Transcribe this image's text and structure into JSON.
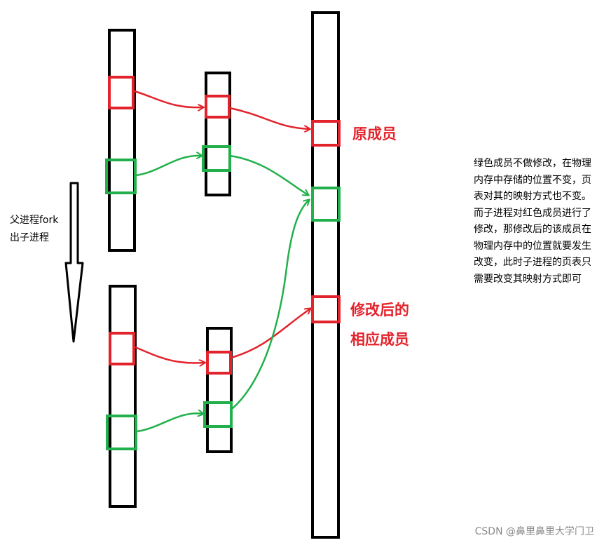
{
  "labels": {
    "fork_line1": "父进程fork",
    "fork_line2": "出子进程",
    "original_member": "原成员",
    "modified_line1": "修改后的",
    "modified_line2": "相应成员",
    "note": "绿色成员不做修改，在物理内存中存储的位置不变，页表对其的映射方式也不变。而子进程对红色成员进行了修改，那修改后的该成员在物理内存中的位置就要发生改变，此时子进程的页表只需要改变其映射方式即可",
    "watermark": "CSDN @鼻里鼻里大学门卫"
  },
  "colors": {
    "black": "#000000",
    "red": "#e3232b",
    "green": "#21b04b"
  }
}
